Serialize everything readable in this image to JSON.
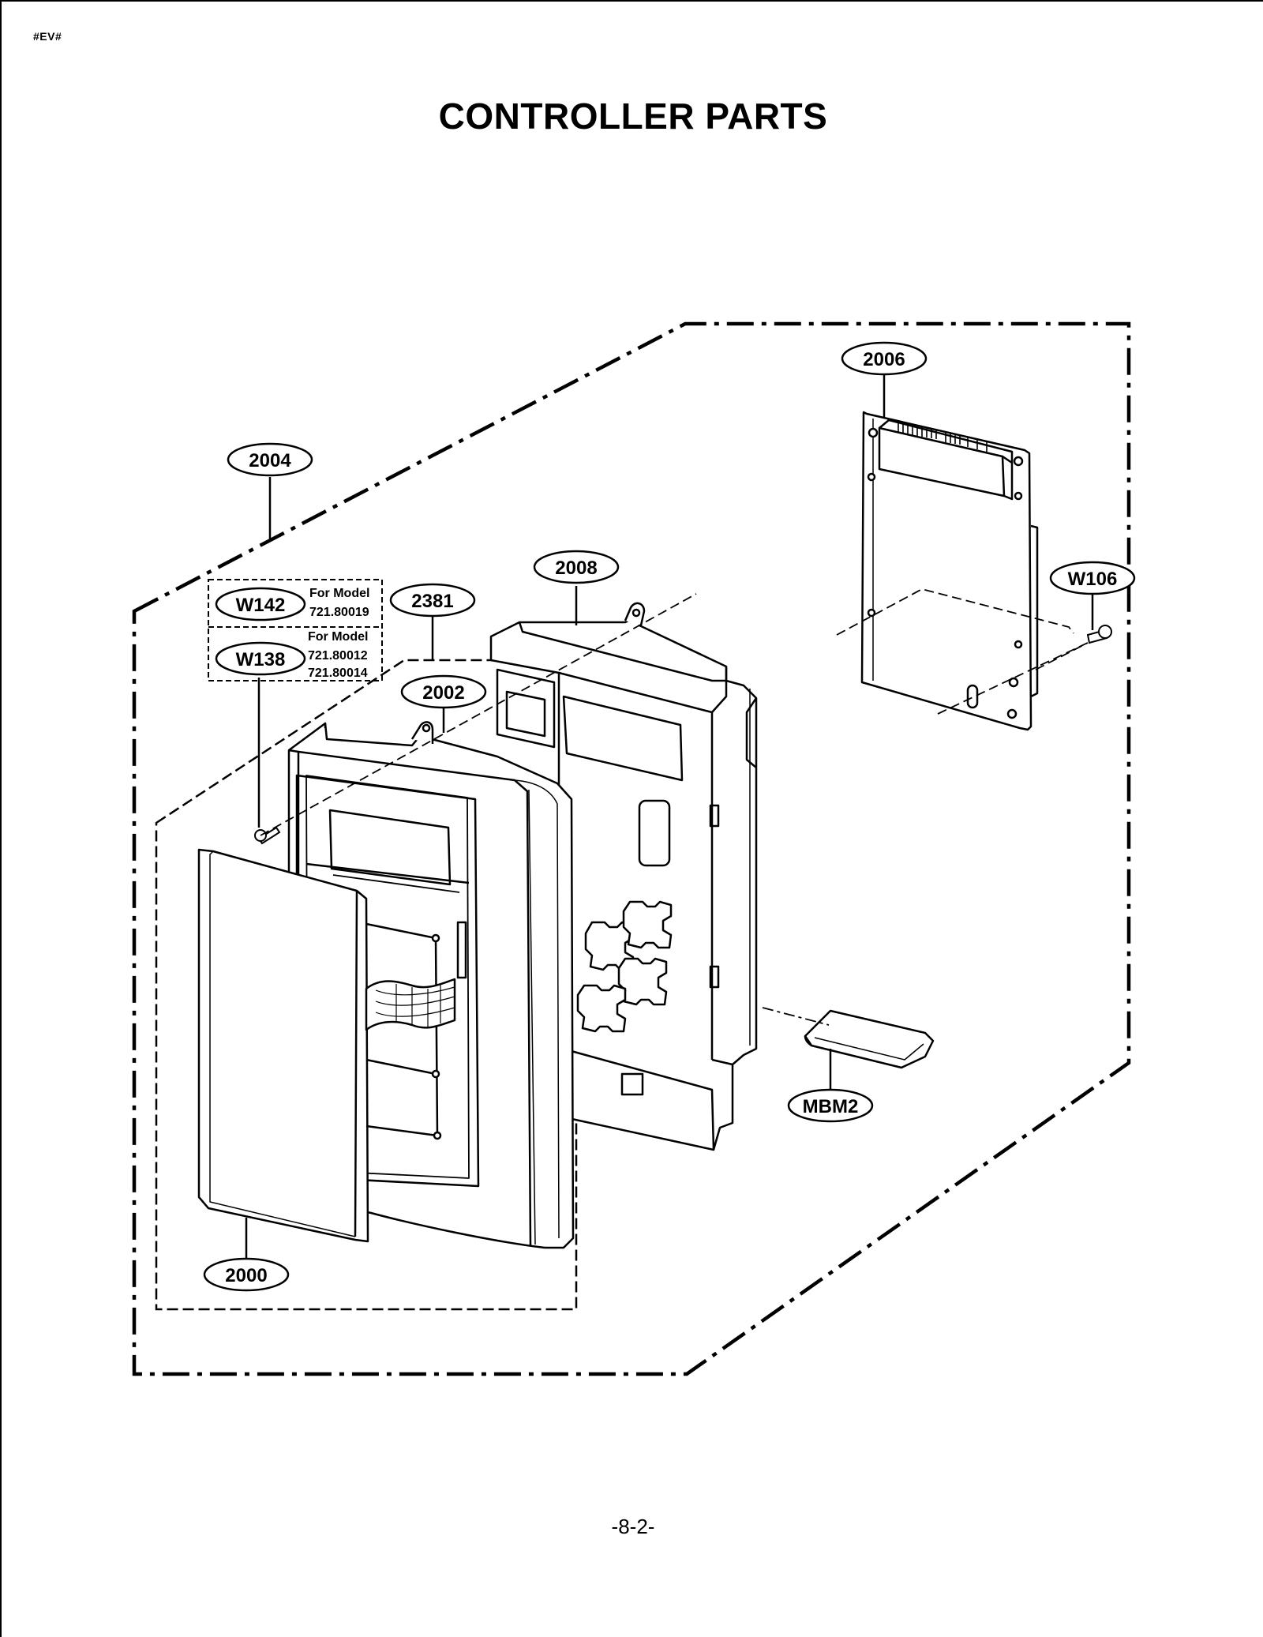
{
  "header": {
    "doc_code": "#EV#",
    "title": "CONTROLLER PARTS"
  },
  "callouts": {
    "c2004": "2004",
    "c2006": "2006",
    "c2008": "2008",
    "c2381": "2381",
    "c2002": "2002",
    "c2000": "2000",
    "cW142": "W142",
    "cW138": "W138",
    "cW106": "W106",
    "cMBM2": "MBM2"
  },
  "model_notes": {
    "w142": {
      "heading": "For Model",
      "model_1": "721.80019"
    },
    "w138": {
      "heading": "For Model",
      "model_1": "721.80012",
      "model_2": "721.80014"
    }
  },
  "footer": {
    "page_number": "-8-2-"
  }
}
